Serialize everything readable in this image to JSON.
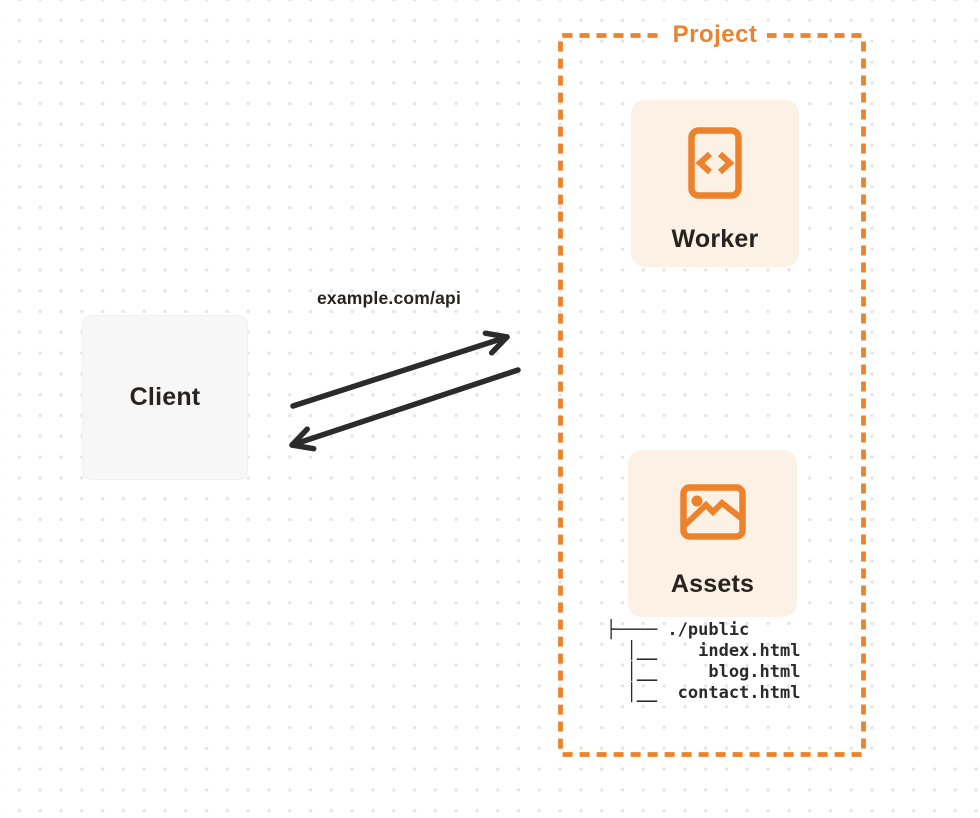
{
  "colors": {
    "accent": "#ED822C",
    "card": "#FBF1E4",
    "clientBg": "#F7F7F8",
    "ink": "#272320",
    "line": "#2B2B2B",
    "dot": "#E5E5E7",
    "pageBg": "#FFFFFF"
  },
  "project": {
    "label": "Project",
    "worker": {
      "label": "Worker",
      "icon": "code-document-icon"
    },
    "assets": {
      "label": "Assets",
      "icon": "image-icon"
    },
    "file_tree": {
      "lines": [
        "├──── ./public",
        "  │__    index.html",
        "  │__     blog.html",
        "  │__  contact.html"
      ]
    }
  },
  "client": {
    "label": "Client"
  },
  "request": {
    "label": "example.com/api"
  }
}
